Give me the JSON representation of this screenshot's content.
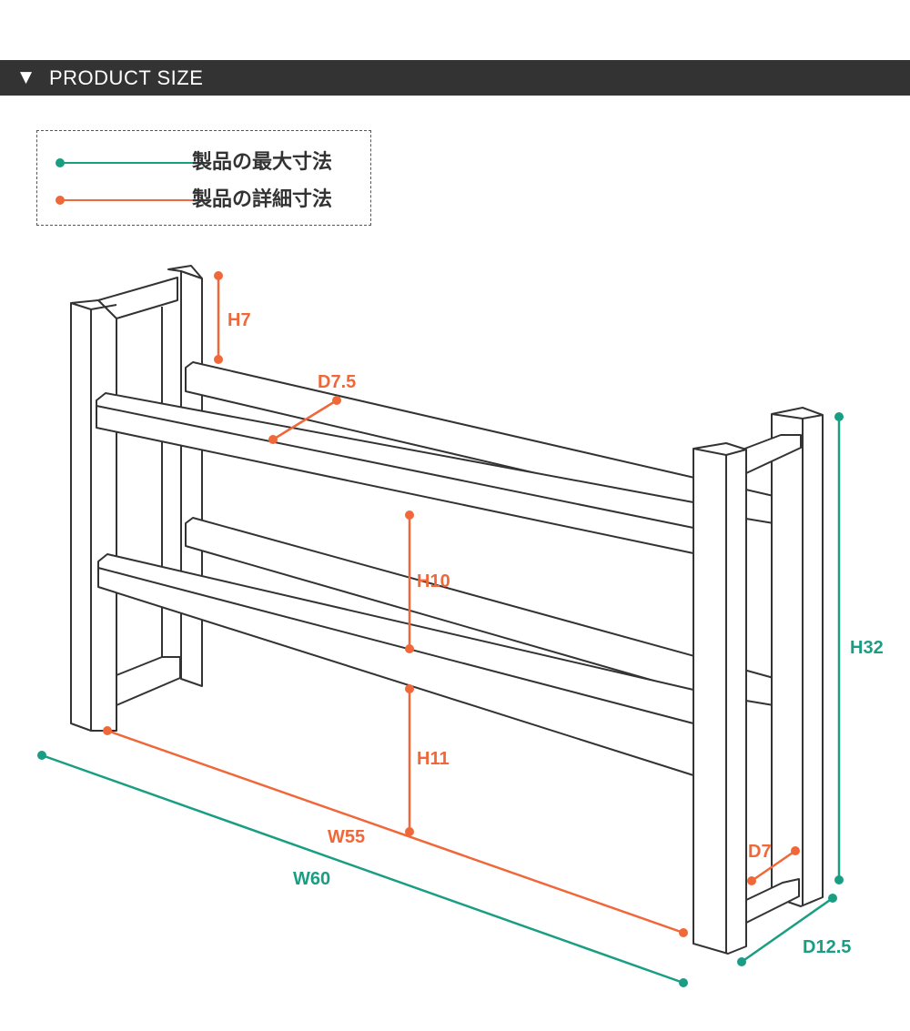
{
  "header": {
    "icon": "down-triangle-icon",
    "title": "PRODUCT SIZE"
  },
  "legend": [
    {
      "label": "製品の最大寸法",
      "color": "#1a9e83"
    },
    {
      "label": "製品の詳細寸法",
      "color": "#f0683a"
    }
  ],
  "dimensions": {
    "max": {
      "height": "H32",
      "width": "W60",
      "depth": "D12.5"
    },
    "detail": {
      "top_height": "H7",
      "rail_depth": "D7.5",
      "shelf_gap": "H10",
      "bottom_height": "H11",
      "inner_width": "W55",
      "base_depth": "D7"
    }
  },
  "colors": {
    "max": "#1a9e83",
    "detail": "#f0683a",
    "line": "#333333",
    "header_bg": "#333333"
  }
}
